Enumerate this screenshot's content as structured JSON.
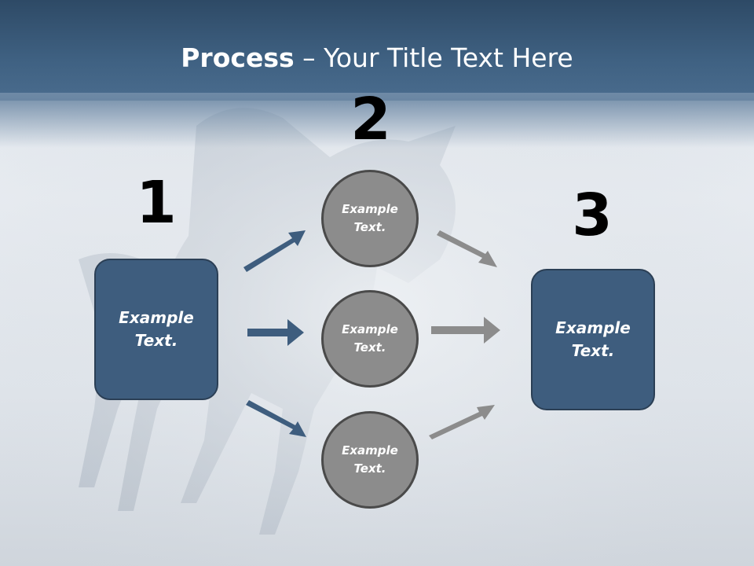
{
  "slide": {
    "title_bold": "Process",
    "title_rest": " – Your Title Text Here",
    "steps": [
      {
        "number": "1",
        "box_text": "Example\nText."
      },
      {
        "number": "2",
        "circles": [
          "Example\nText.",
          "Example\nText.",
          "Example\nText."
        ]
      },
      {
        "number": "3",
        "box_text": "Example\nText."
      }
    ]
  },
  "colors": {
    "header": "#3f6182",
    "box_fill": "#3e5d7e",
    "circle_fill": "#8c8c8c",
    "arrow_blue": "#3e5d7e",
    "arrow_gray": "#8c8c8c"
  }
}
